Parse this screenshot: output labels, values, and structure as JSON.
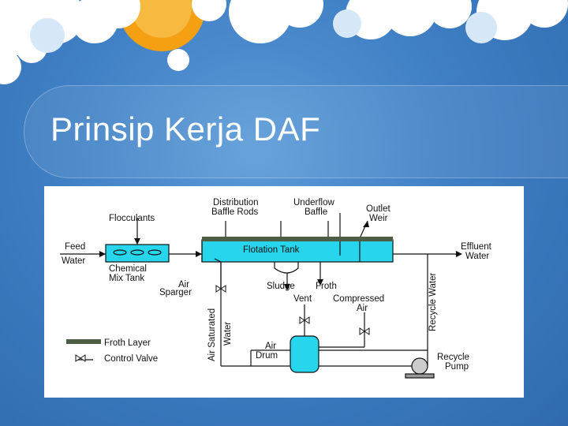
{
  "slide": {
    "title": "Prinsip Kerja DAF"
  },
  "diagram": {
    "labels": {
      "flocculants": "Flocculants",
      "distribution_1": "Distribution",
      "distribution_2": "Baffle Rods",
      "underflow_1": "Underflow",
      "underflow_2": "Baffle",
      "outlet_1": "Outlet",
      "outlet_2": "Weir",
      "feed_1": "Feed",
      "feed_2": "Water",
      "chemical_1": "Chemical",
      "chemical_2": "Mix Tank",
      "flotation_tank": "Flotation Tank",
      "effluent_1": "Effluent",
      "effluent_2": "Water",
      "air_1": "Air",
      "air_2": "Sparger",
      "sludge": "Sludge",
      "froth": "Froth",
      "vent": "Vent",
      "compressed_1": "Compressed",
      "compressed_2": "Air",
      "recycle_water": "Recycle Water",
      "air_saturated_1": "Air Saturated",
      "air_saturated_2": "Water",
      "air_drum_1": "Air",
      "air_drum_2": "Drum",
      "recycle_pump_1": "Recycle",
      "recycle_pump_2": "Pump",
      "legend_froth": "Froth Layer",
      "legend_valve": "Control Valve"
    },
    "colors": {
      "water": "#27d6ec",
      "line": "#111111",
      "froth": "#4e5e45"
    }
  }
}
